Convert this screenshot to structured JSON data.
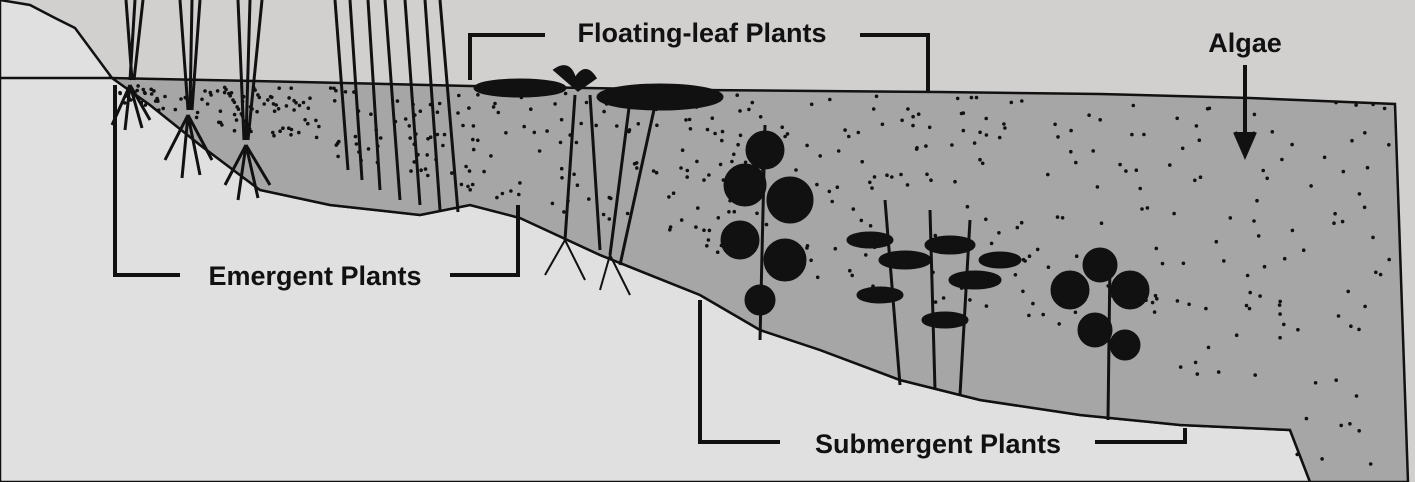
{
  "labels": {
    "floating": "Floating-leaf Plants",
    "algae": "Algae",
    "emergent": "Emergent Plants",
    "submergent": "Submergent Plants"
  },
  "colors": {
    "background": "#d2cfcf",
    "shore": "#e0e0e0",
    "water": "#a6a6a6",
    "ink": "#111111"
  }
}
